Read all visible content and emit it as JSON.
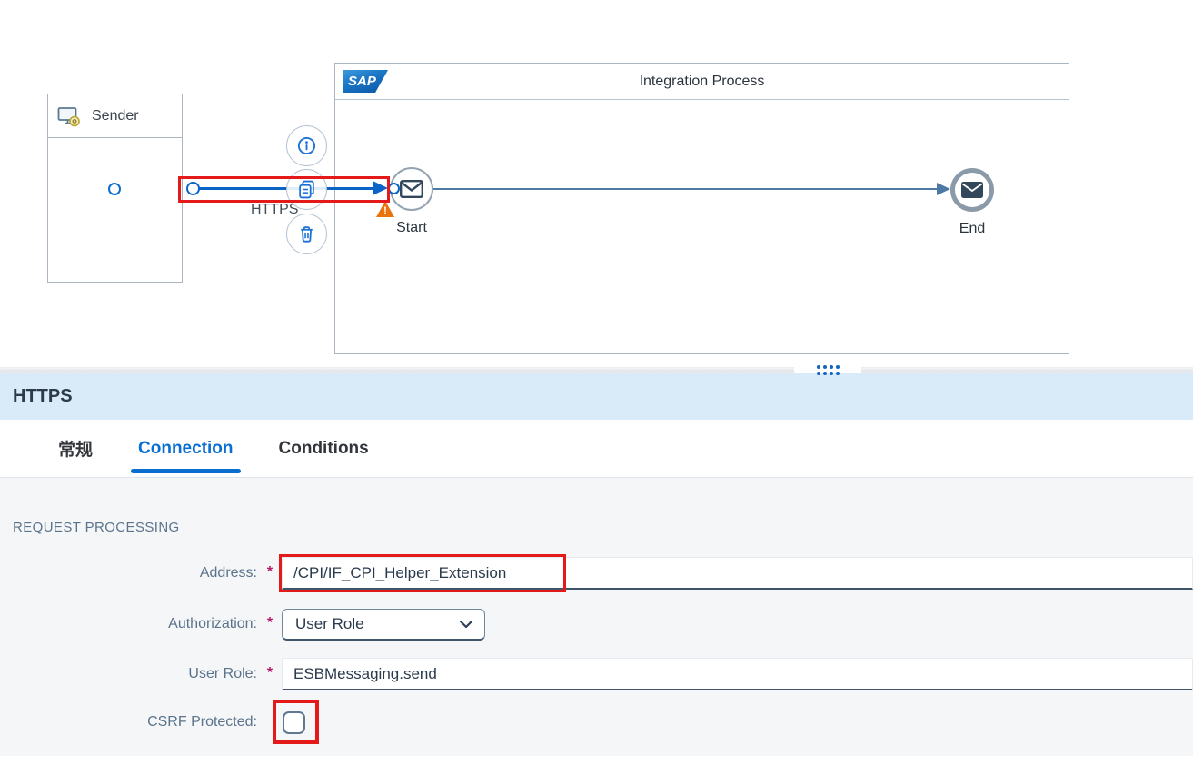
{
  "diagram": {
    "sender": {
      "label": "Sender"
    },
    "process": {
      "title": "Integration Process",
      "logo_text": "SAP"
    },
    "start_label": "Start",
    "end_label": "End",
    "connection_label": "HTTPS"
  },
  "panel": {
    "title": "HTTPS",
    "tabs": [
      {
        "label": "常规",
        "active": false
      },
      {
        "label": "Connection",
        "active": true
      },
      {
        "label": "Conditions",
        "active": false
      }
    ],
    "section_title": "REQUEST PROCESSING",
    "required_marker": "*",
    "fields": {
      "address": {
        "label": "Address:",
        "value": "/CPI/IF_CPI_Helper_Extension",
        "required": true
      },
      "authorization": {
        "label": "Authorization:",
        "value": "User Role",
        "required": true
      },
      "user_role": {
        "label": "User Role:",
        "value": "ESBMessaging.send",
        "required": true
      },
      "csrf": {
        "label": "CSRF Protected:",
        "checked": false
      }
    }
  },
  "colors": {
    "accent_blue": "#0a6ed1",
    "connector_blue": "#0a64c8",
    "flow_steel_blue": "#4c7aa4",
    "highlight_red": "#e41a1a",
    "required_magenta": "#b7176b",
    "panel_header_bg": "#d9ebf9",
    "warning_orange": "#e9730c",
    "form_bg": "#f4f6f8"
  }
}
